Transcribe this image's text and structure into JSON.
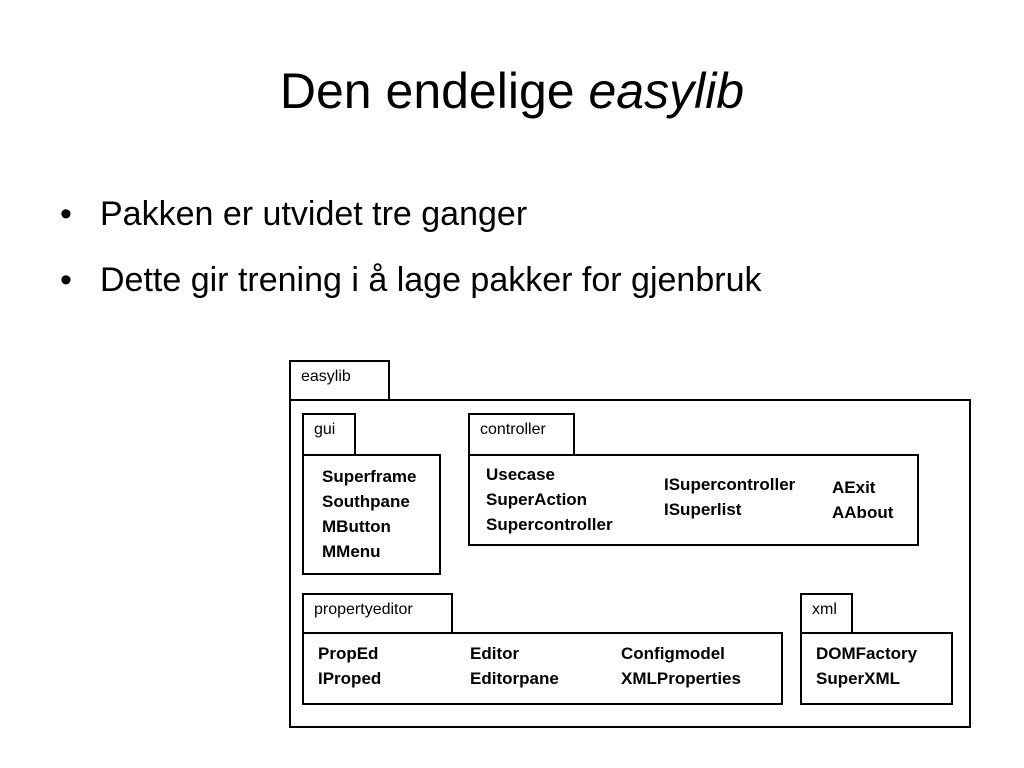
{
  "slide": {
    "title_plain": "Den endelige ",
    "title_italic": "easylib",
    "bullet_glyph": "•",
    "bullets": [
      "Pakken er utvidet tre ganger",
      "Dette gir trening i  å lage pakker for gjenbruk"
    ]
  },
  "diagram": {
    "root": {
      "name": "easylib"
    },
    "packages": {
      "gui": {
        "name": "gui",
        "classes": [
          "Superframe",
          "Southpane",
          "MButton",
          "MMenu"
        ]
      },
      "controller": {
        "name": "controller",
        "col1": [
          "Usecase",
          "SuperAction",
          "Supercontroller"
        ],
        "col2": [
          "ISupercontroller",
          "ISuperlist"
        ],
        "col3": [
          "AExit",
          "AAbout"
        ]
      },
      "propertyeditor": {
        "name": "propertyeditor",
        "col1": [
          "PropEd",
          "IProped"
        ],
        "col2": [
          "Editor",
          "Editorpane"
        ],
        "col3": [
          "Configmodel",
          "XMLProperties"
        ]
      },
      "xml": {
        "name": "xml",
        "classes": [
          "DOMFactory",
          "SuperXML"
        ]
      }
    }
  }
}
